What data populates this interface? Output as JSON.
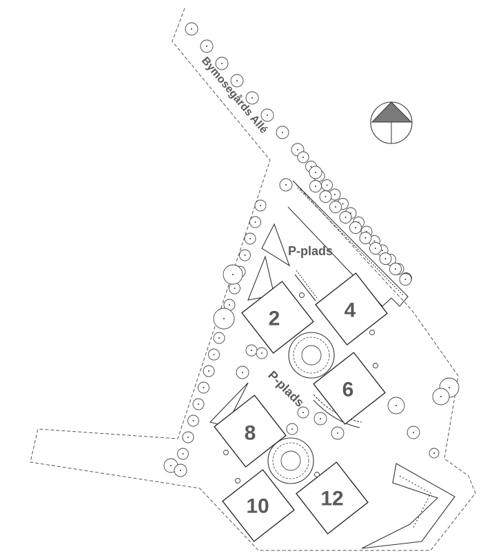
{
  "street_name": "Bymosegårds Allé",
  "parking_labels": [
    "P-plads",
    "P-plads"
  ],
  "buildings": [
    {
      "number": "2"
    },
    {
      "number": "4"
    },
    {
      "number": "6"
    },
    {
      "number": "8"
    },
    {
      "number": "10"
    },
    {
      "number": "12"
    }
  ],
  "compass": {
    "icon": "north-arrow-icon",
    "fill_color": "#7a7a7a"
  },
  "colors": {
    "lines": "#333333",
    "labels": "#5a5a5a",
    "background": "#ffffff"
  }
}
